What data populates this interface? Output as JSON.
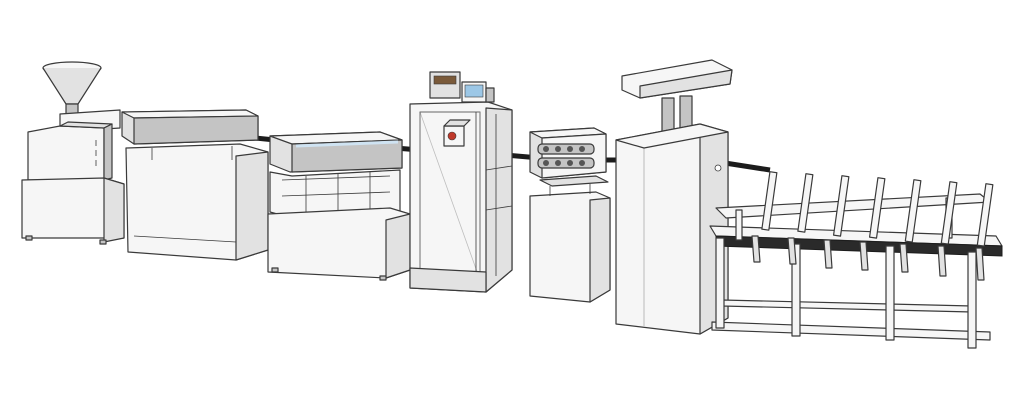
{
  "figure": {
    "subject": "extrusion-line-isometric-sketch",
    "palette": {
      "background": "#ffffff",
      "outline": "#3a3a3a",
      "light_fill": "#f4f4f4",
      "mid_fill": "#dcdcdc",
      "shade_fill": "#bdbdbd",
      "product_pipe": "#1c1c1c",
      "water_blue": "#cfe3f2"
    },
    "machines": [
      {
        "id": "extruder",
        "icon": "hopper-extruder"
      },
      {
        "id": "vacuum-calibration-tank",
        "icon": "tank"
      },
      {
        "id": "cooling-tank",
        "icon": "tank"
      },
      {
        "id": "printer-tower",
        "icon": "inkjet-printer"
      },
      {
        "id": "haul-off",
        "icon": "caterpillar-puller"
      },
      {
        "id": "cutter",
        "icon": "press-cutter"
      },
      {
        "id": "stacker",
        "icon": "roller-table"
      }
    ]
  }
}
